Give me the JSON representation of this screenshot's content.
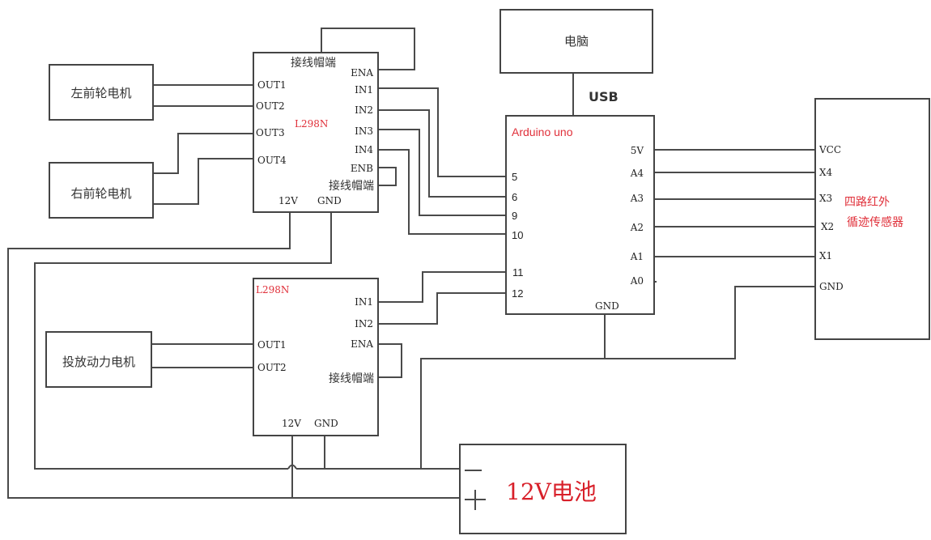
{
  "title": "Arduino L298N dual motor driver wiring diagram",
  "computer": {
    "label": "电脑"
  },
  "usb": {
    "label": "USB"
  },
  "motors": {
    "left_front": "左前轮电机",
    "right_front": "右前轮电机",
    "release": "投放动力电机"
  },
  "driver1": {
    "name": "L298N",
    "jumper_top": "接线帽端",
    "jumper_right": "接线帽端",
    "left_pins": [
      "OUT1",
      "OUT2",
      "OUT3",
      "OUT4"
    ],
    "right_pins": [
      "ENA",
      "IN1",
      "IN2",
      "IN3",
      "IN4",
      "ENB"
    ],
    "bottom_pins": [
      "12V",
      "GND"
    ]
  },
  "driver2": {
    "name": "L298N",
    "jumper": "接线帽端",
    "left_pins": [
      "OUT1",
      "OUT2"
    ],
    "right_pins": [
      "IN1",
      "IN2",
      "ENA"
    ],
    "bottom_pins": [
      "12V",
      "GND"
    ]
  },
  "arduino": {
    "name": "Arduino uno",
    "left_pins": [
      "5",
      "6",
      "9",
      "10",
      "11",
      "12"
    ],
    "right_pins": [
      "5V",
      "A4",
      "A3",
      "A2",
      "A1",
      "A0"
    ],
    "bottom_pin": "GND"
  },
  "sensor": {
    "name_line1": "四路红外",
    "name_line2": "循迹传感器",
    "pins": [
      "VCC",
      "X4",
      "X3",
      "X2",
      "X1",
      "GND"
    ]
  },
  "battery": {
    "label": "12V电池",
    "minus": "—",
    "plus": "+"
  },
  "colors": {
    "accent_red": "#e0303a",
    "wire": "#4a4a4a"
  }
}
